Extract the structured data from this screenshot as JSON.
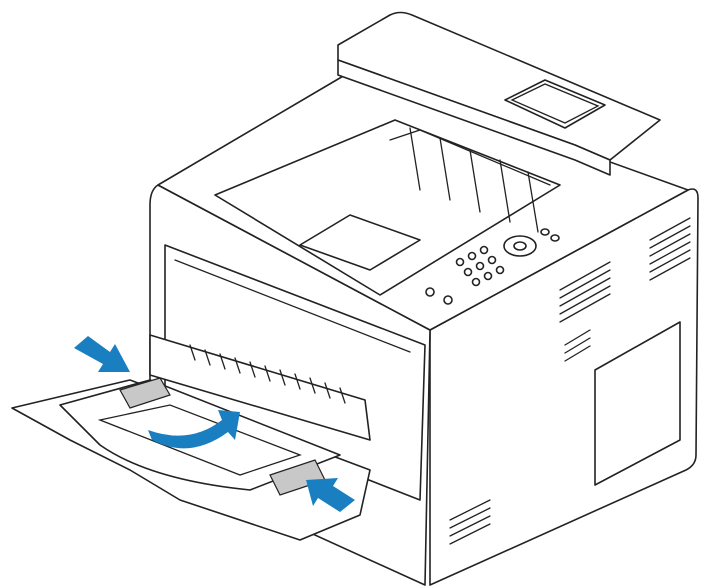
{
  "illustration": {
    "subject": "printer-loading-bypass-tray",
    "colors": {
      "arrow": "#1a7fc1",
      "line": "#222222",
      "background": "#ffffff"
    },
    "arrows": [
      "guide-push-left",
      "paper-feed-direction",
      "guide-push-right"
    ]
  }
}
